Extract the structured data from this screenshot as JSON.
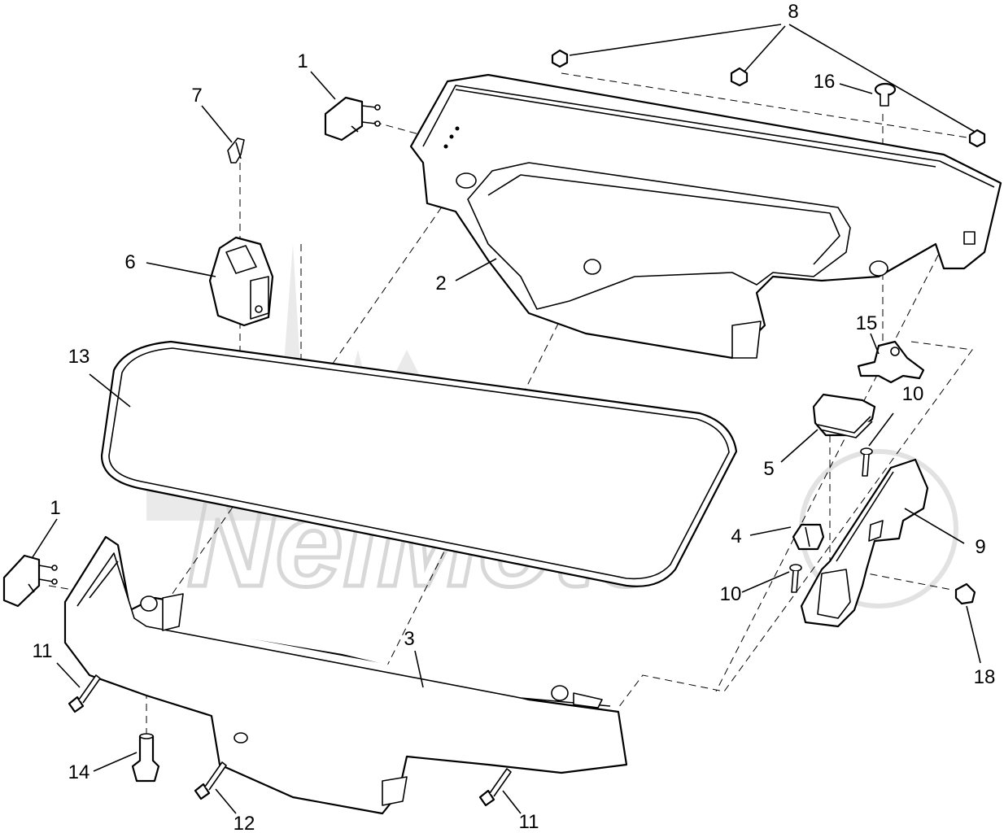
{
  "diagram": {
    "watermark": "NeiMoto",
    "callouts": [
      "1",
      "2",
      "3",
      "4",
      "5",
      "6",
      "7",
      "8",
      "9",
      "10",
      "10",
      "11",
      "11",
      "12",
      "13",
      "14",
      "15",
      "16",
      "18",
      "1"
    ]
  }
}
